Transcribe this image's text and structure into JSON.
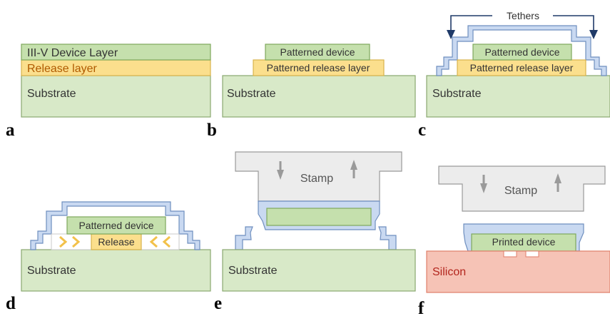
{
  "colors": {
    "substrate": "#d8e9c8",
    "substrate_stroke": "#8aa870",
    "device": "#c5e0ad",
    "device_stroke": "#7ea85d",
    "release": "#fbdf8d",
    "release_stroke": "#d9b34c",
    "tether": "#c9d9f1",
    "tether_stroke": "#6f8fbf",
    "stamp": "#ececec",
    "stamp_stroke": "#9a9a9a",
    "silicon": "#f6c3b6",
    "silicon_stroke": "#e07e6a",
    "arrow": "#1f3a68"
  },
  "panel_a": {
    "letter": "a",
    "device_layer": "III-V Device Layer",
    "release_layer": "Release layer",
    "substrate": "Substrate"
  },
  "panel_b": {
    "letter": "b",
    "device": "Patterned device",
    "release": "Patterned release layer",
    "substrate": "Substrate"
  },
  "panel_c": {
    "letter": "c",
    "tethers": "Tethers",
    "device": "Patterned device",
    "release": "Patterned release layer",
    "substrate": "Substrate"
  },
  "panel_d": {
    "letter": "d",
    "device": "Patterned device",
    "release": "Release",
    "substrate": "Substrate"
  },
  "panel_e": {
    "letter": "e",
    "stamp": "Stamp",
    "substrate": "Substrate"
  },
  "panel_f": {
    "letter": "f",
    "stamp": "Stamp",
    "device": "Printed device",
    "silicon": "Silicon"
  }
}
